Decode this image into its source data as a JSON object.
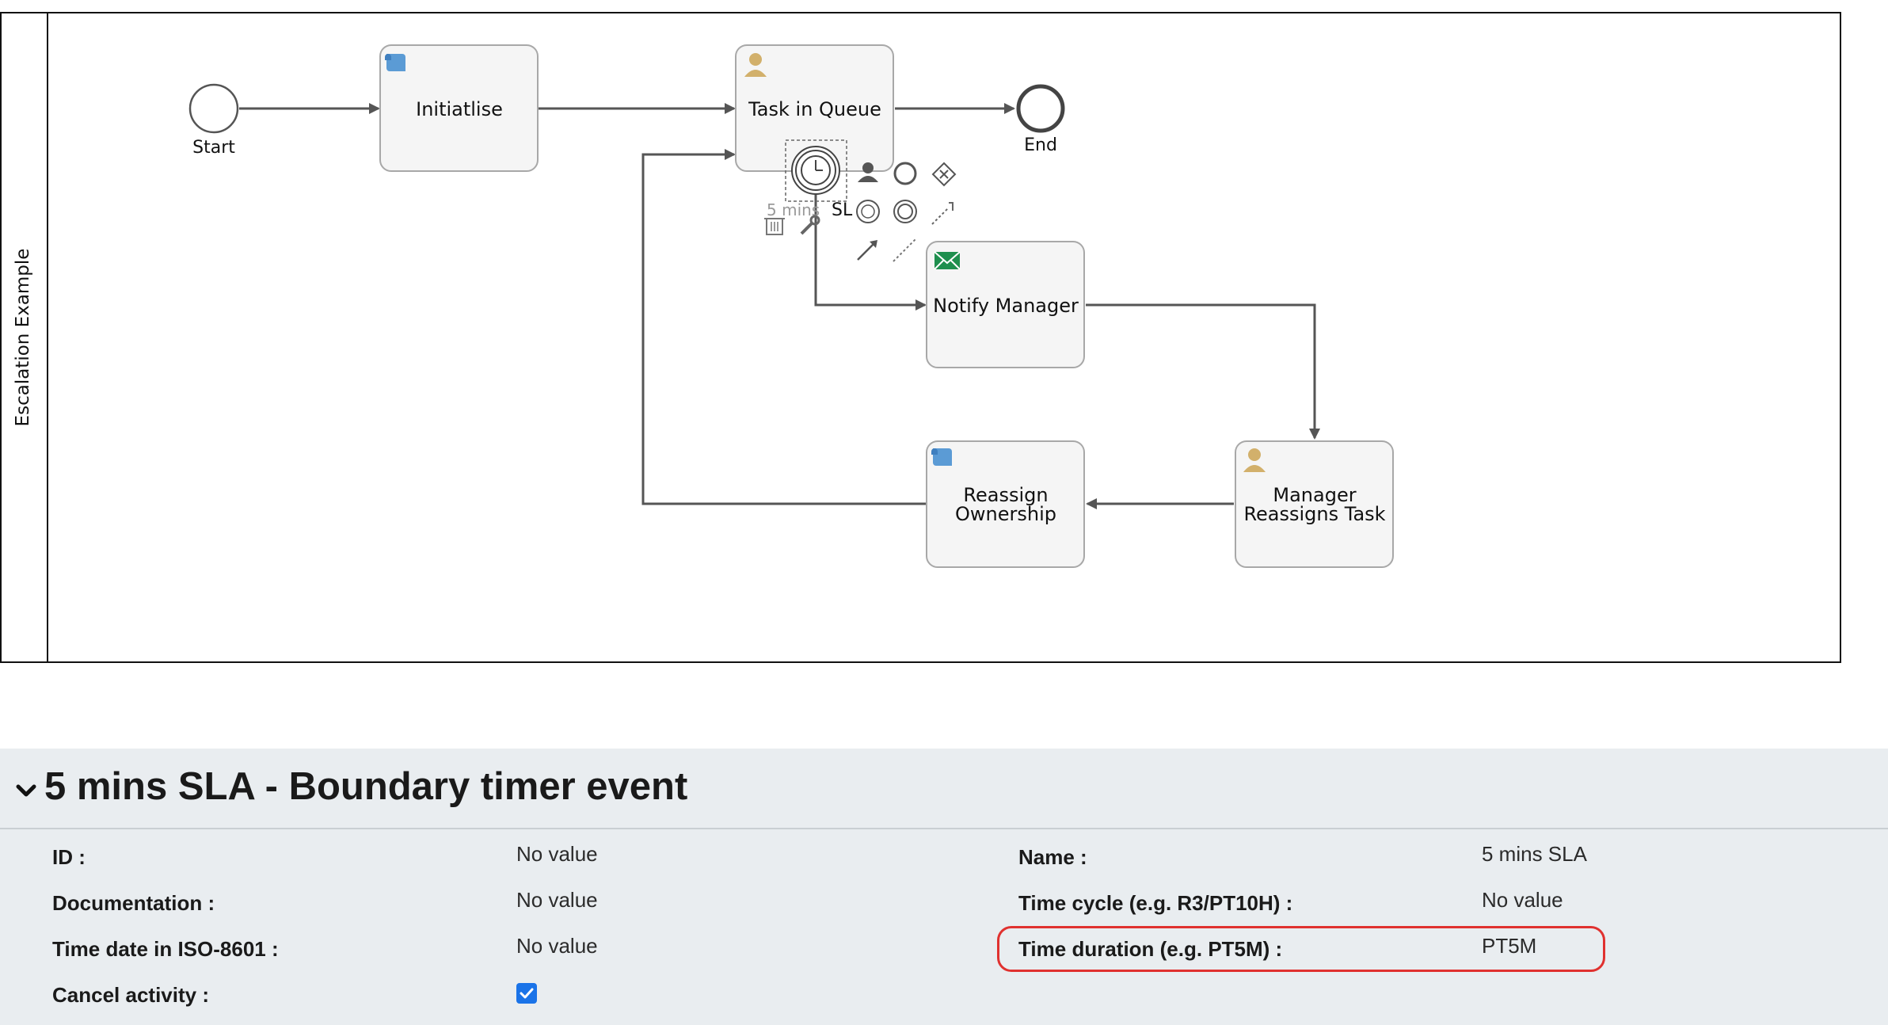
{
  "diagram": {
    "pool_label": "Escalation Example",
    "start_label": "Start",
    "end_label": "End",
    "tasks": {
      "initialise": "Initiatlise",
      "task_in_queue": "Task in Queue",
      "notify_manager": "Notify Manager",
      "reassign_line1": "Reassign",
      "reassign_line2": "Ownership",
      "manager_line1": "Manager",
      "manager_line2": "Reassigns Task"
    },
    "boundary_label_left": "5 mins",
    "boundary_label_right": "SL"
  },
  "properties": {
    "title": "5 mins SLA - Boundary timer event",
    "fields": {
      "id": {
        "label": "ID :",
        "value": "No value"
      },
      "documentation": {
        "label": "Documentation :",
        "value": "No value"
      },
      "time_date": {
        "label": "Time date in ISO-8601 :",
        "value": "No value"
      },
      "cancel_activity": {
        "label": "Cancel activity :",
        "checked": true
      },
      "name": {
        "label": "Name :",
        "value": "5 mins SLA"
      },
      "time_cycle": {
        "label": "Time cycle (e.g. R3/PT10H) :",
        "value": "No value"
      },
      "time_duration": {
        "label": "Time duration (e.g. PT5M) :",
        "value": "PT5M"
      }
    }
  },
  "colors": {
    "highlight": "#e0312f",
    "checkbox": "#1a73e8",
    "panel_bg": "#e9edf0",
    "script_icon": "#5b9bd5",
    "user_icon": "#d2b06b",
    "mail_icon": "#1e8f4e"
  }
}
